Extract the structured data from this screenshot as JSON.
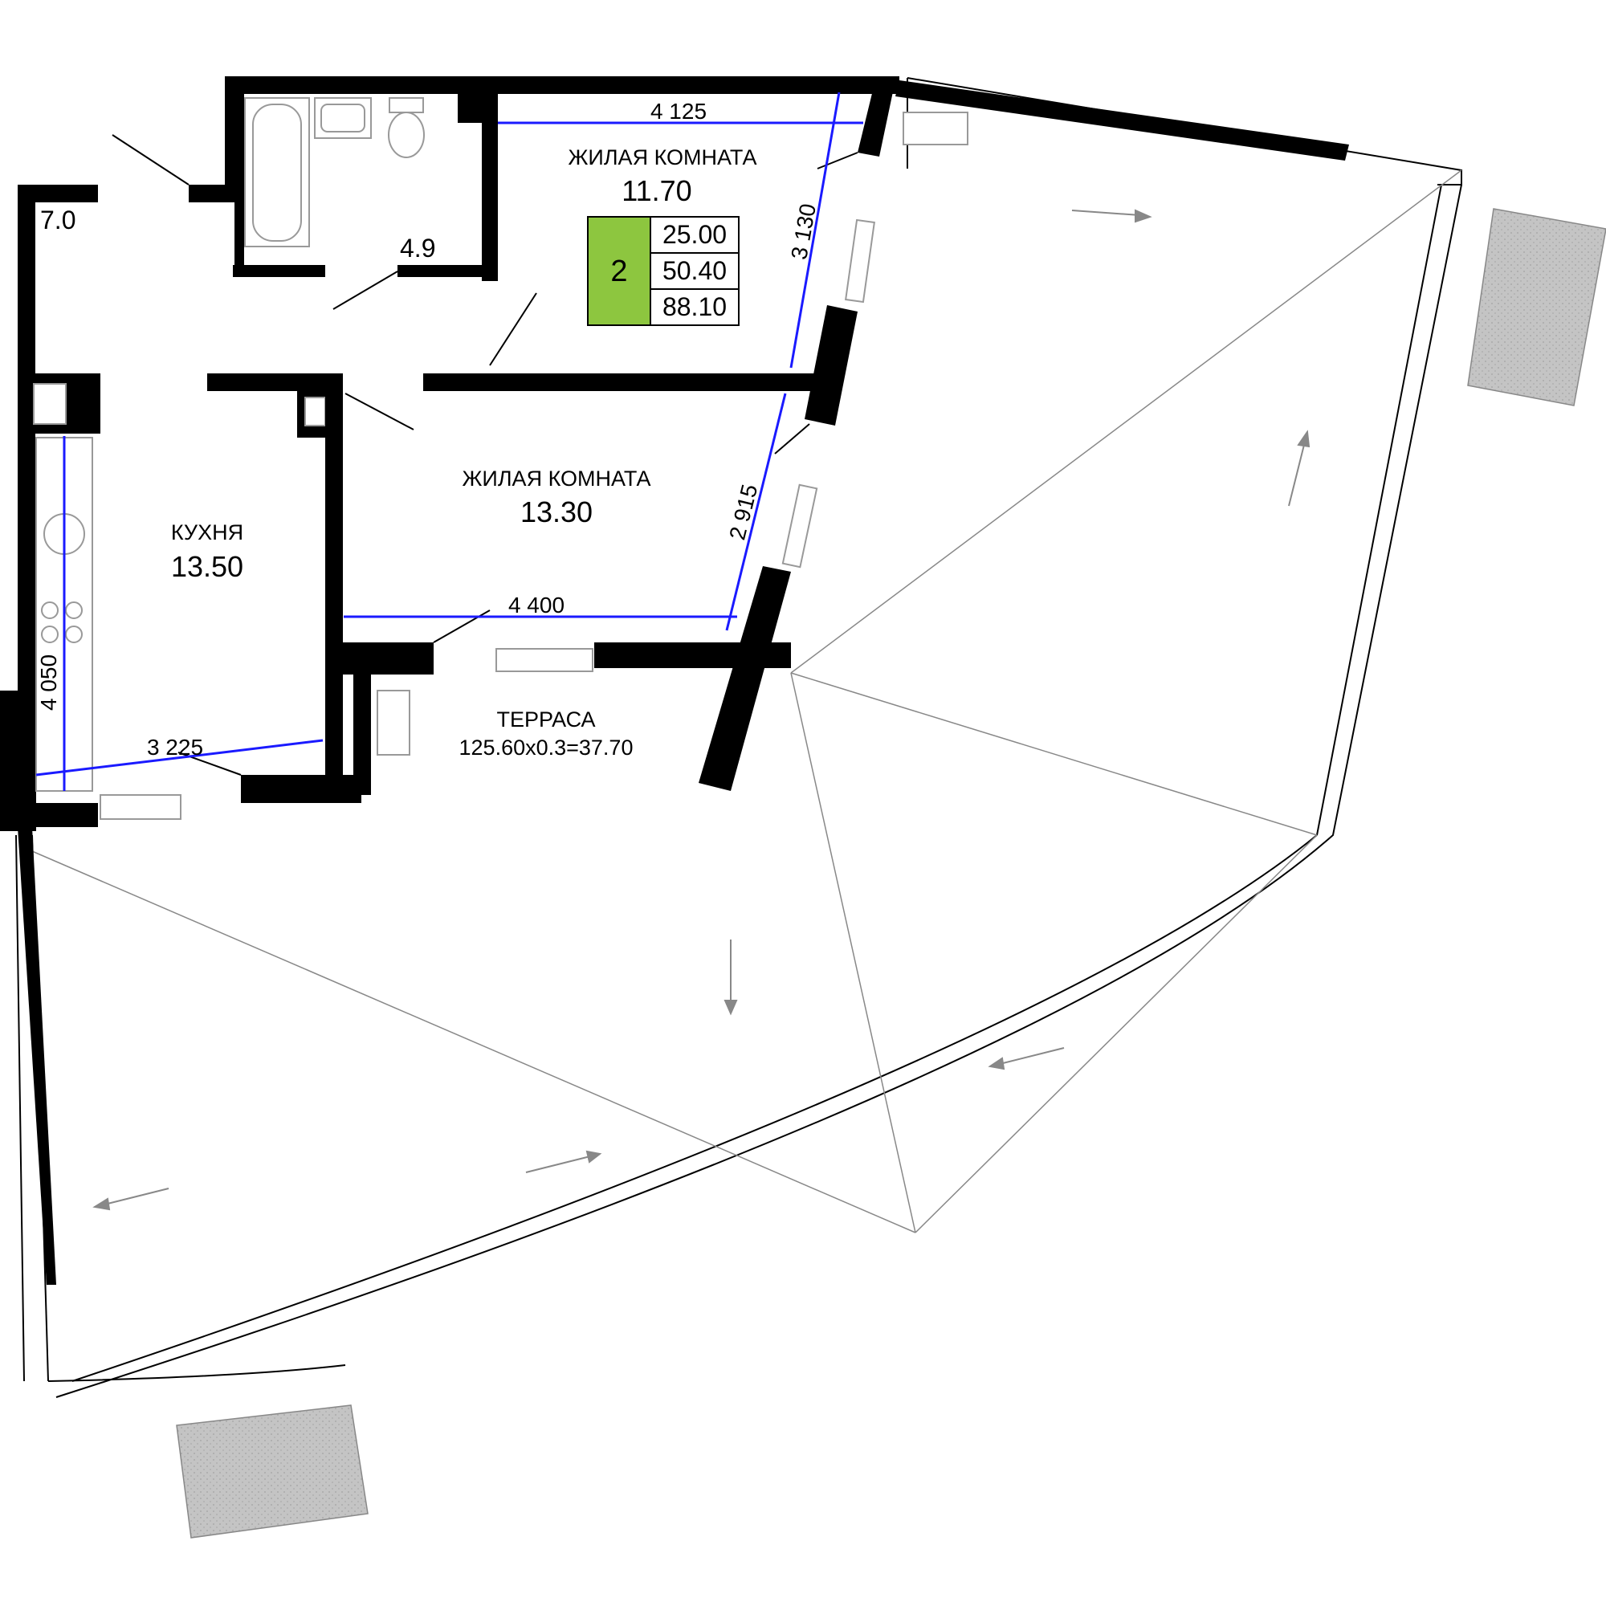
{
  "rooms": {
    "bedroom1": {
      "name": "ЖИЛАЯ КОМНАТА",
      "area": "11.70"
    },
    "bedroom2": {
      "name": "ЖИЛАЯ КОМНАТА",
      "area": "13.30"
    },
    "kitchen": {
      "name": "КУХНЯ",
      "area": "13.50"
    },
    "hall": {
      "area": "7.0"
    },
    "bathroom": {
      "area": "4.9"
    },
    "terrace": {
      "name": "ТЕРРАСА",
      "area": "125.60x0.3=37.70"
    }
  },
  "summary_badge": {
    "rooms_count": "2",
    "living_area": "25.00",
    "total_area": "50.40",
    "total_with_terrace": "88.10",
    "accent_color": "#8dc63f"
  },
  "dimensions": {
    "bedroom1_width": "4 125",
    "bedroom1_depth": "3 130",
    "bedroom2_width": "4 400",
    "bedroom2_depth": "2 915",
    "kitchen_width": "3 225",
    "kitchen_depth": "4 050",
    "line_color": "#1a1aff"
  },
  "colors": {
    "wall": "#000000",
    "column_hatch": "#c8c8c8"
  }
}
